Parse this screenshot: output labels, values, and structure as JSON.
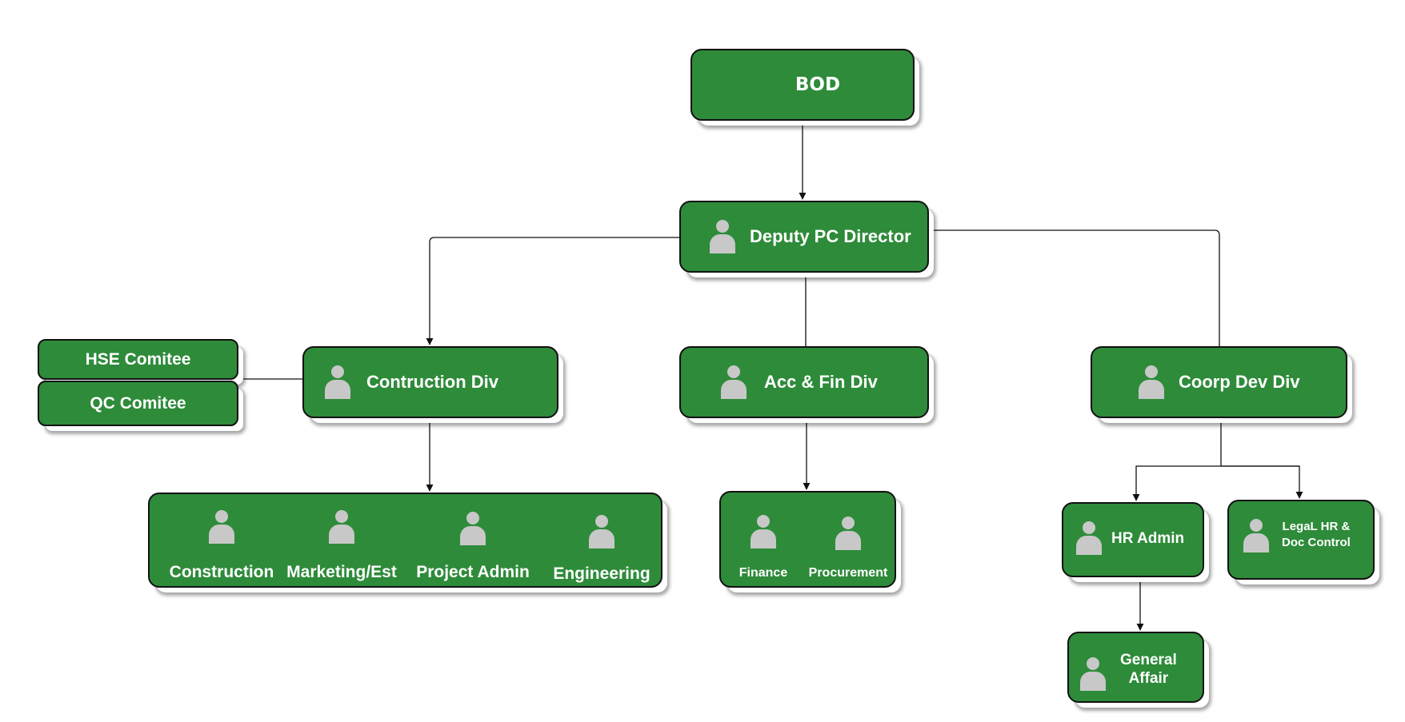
{
  "diagram": {
    "type": "org-chart",
    "colors": {
      "node_fill": "#2e8b3a",
      "node_border": "#111111",
      "text": "#ffffff",
      "icon": "#c8c8c8",
      "edge": "#000000"
    },
    "nodes": {
      "bod": {
        "label": "BOD"
      },
      "deputy": {
        "label": "Deputy PC Director",
        "icon": "person-icon"
      },
      "hse": {
        "label": "HSE Comitee"
      },
      "qc": {
        "label": "QC Comitee"
      },
      "construction_div": {
        "label": "Contruction Div",
        "icon": "person-icon"
      },
      "accfin_div": {
        "label": "Acc & Fin Div",
        "icon": "person-icon"
      },
      "coorp_div": {
        "label": "Coorp Dev Div",
        "icon": "person-icon"
      },
      "construction_units": [
        {
          "label": "Construction",
          "icon": "person-icon"
        },
        {
          "label": "Marketing/Est",
          "icon": "person-icon"
        },
        {
          "label": "Project Admin",
          "icon": "person-icon"
        },
        {
          "label": "Engineering",
          "icon": "person-icon"
        }
      ],
      "accfin_units": [
        {
          "label": "Finance",
          "icon": "person-icon"
        },
        {
          "label": "Procurement",
          "icon": "person-icon"
        }
      ],
      "hr_admin": {
        "label": "HR Admin",
        "icon": "person-icon"
      },
      "legal": {
        "label_line1": "LegaL HR &",
        "label_line2": "Doc Control",
        "icon": "person-icon"
      },
      "general_affair": {
        "label_line1": "General",
        "label_line2": "Affair",
        "icon": "person-icon"
      }
    },
    "edges": [
      {
        "from": "BOD",
        "to": "Deputy PC Director"
      },
      {
        "from": "Deputy PC Director",
        "to": "Contruction Div"
      },
      {
        "from": "Deputy PC Director",
        "to": "Acc & Fin Div"
      },
      {
        "from": "Deputy PC Director",
        "to": "Coorp Dev Div"
      },
      {
        "from": "Contruction Div",
        "to": "HSE Comitee / QC Comitee"
      },
      {
        "from": "Contruction Div",
        "to": "Construction units"
      },
      {
        "from": "Acc & Fin Div",
        "to": "Finance / Procurement"
      },
      {
        "from": "Coorp Dev Div",
        "to": "HR Admin"
      },
      {
        "from": "Coorp Dev Div",
        "to": "LegaL HR & Doc Control"
      },
      {
        "from": "HR Admin",
        "to": "General Affair"
      }
    ]
  }
}
